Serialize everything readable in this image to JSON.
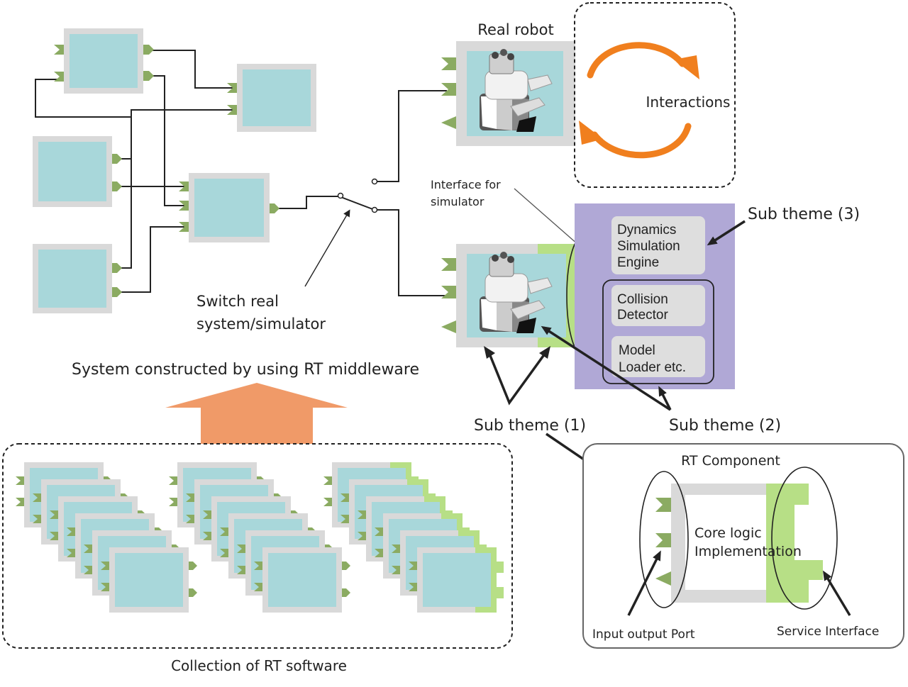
{
  "labels": {
    "real_robot": "Real robot",
    "interactions": "Interactions",
    "interface_for_simulator": [
      "Interface for",
      "simulator"
    ],
    "sub_theme_3": "Sub theme (3)",
    "dynamics_engine": [
      "Dynamics",
      "Simulation",
      "Engine"
    ],
    "collision_detector": [
      "Collision",
      "Detector"
    ],
    "model_loader": [
      "Model",
      "Loader etc."
    ],
    "switch_label": [
      "Switch real",
      "system/simulator"
    ],
    "system_constructed": "System constructed by  using RT middleware",
    "sub_theme_1": "Sub theme (1)",
    "sub_theme_2": "Sub theme (2)",
    "rt_component": "RT Component",
    "core_logic": [
      "Core logic",
      "Implementation"
    ],
    "input_output_port": "Input output Port",
    "service_interface": "Service Interface",
    "collection": "Collection of RT software"
  },
  "colors": {
    "block_fill": "#a8d7da",
    "block_frame": "#d9d9d9",
    "port_green": "#8bab62",
    "service_green": "#b7df86",
    "engine_purple": "#b0a8d6",
    "engine_box": "#dedede",
    "orange": "#f07f1e",
    "big_arrow": "#f09a68"
  },
  "icons": {
    "robot": "robot-icon",
    "cycle": "interaction-cycle-icon"
  }
}
